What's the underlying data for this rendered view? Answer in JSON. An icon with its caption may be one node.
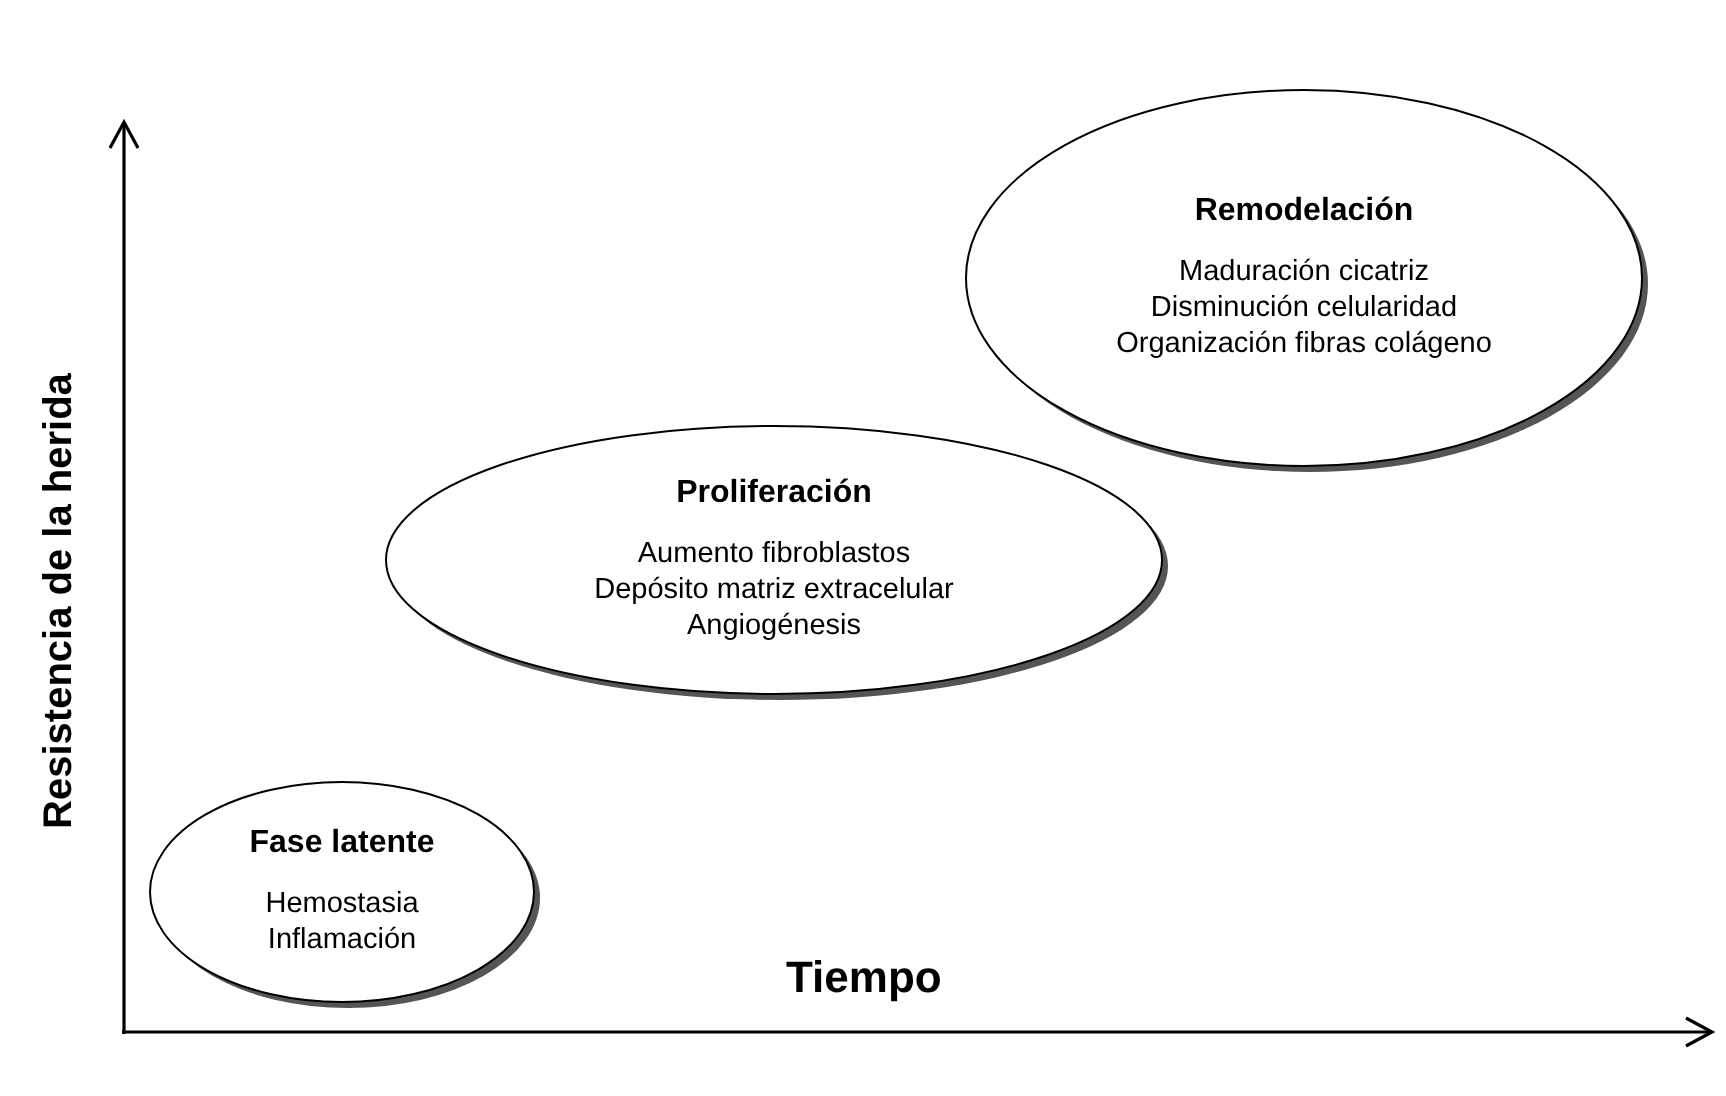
{
  "diagram": {
    "nodes": [
      {
        "text": [
          "Fase latente",
          "Hemostasia",
          "Inflamación"
        ]
      },
      {
        "text": [
          "Proliferación",
          "Aumento fibroblastos",
          "Depósito matriz extracelular",
          "Angiogénesis"
        ]
      },
      {
        "text": [
          "Remodelación",
          "Maduración cicatriz",
          "Disminución celularidad",
          "Organización fibras colágeno"
        ]
      }
    ],
    "edges": [],
    "labels": [
      "Resistencia de la herida",
      "Tiempo"
    ]
  }
}
